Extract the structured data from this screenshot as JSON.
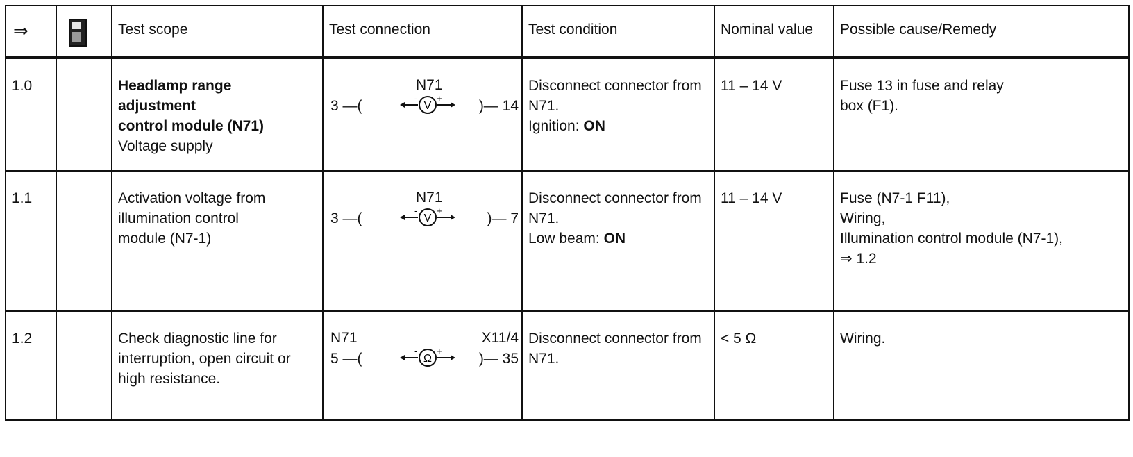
{
  "header": {
    "col_arrow": "⇒",
    "col_icon": "tester-icon",
    "col_scope": "Test scope",
    "col_connection": "Test connection",
    "col_condition": "Test condition",
    "col_nominal": "Nominal value",
    "col_remedy": "Possible cause/Remedy"
  },
  "rows": [
    {
      "step": "1.0",
      "scope_bold_1": "Headlamp range",
      "scope_bold_2": "adjustment",
      "scope_bold_3": "control module (N71)",
      "scope_plain": "Voltage supply",
      "conn_label": "N71",
      "conn_pin_left": "3",
      "conn_pin_right": "14",
      "conn_meter": "V",
      "condition_1": "Disconnect connector from",
      "condition_2": "N71.",
      "condition_3_label": "Ignition:",
      "condition_3_value": "ON",
      "nominal": "11 – 14 V",
      "remedy_1": "Fuse 13 in fuse and relay",
      "remedy_2": "box (F1)."
    },
    {
      "step": "1.1",
      "scope_1": "Activation voltage from",
      "scope_2": "illumination control",
      "scope_3": "module (N7-1)",
      "conn_label": "N71",
      "conn_pin_left": "3",
      "conn_pin_right": "7",
      "conn_meter": "V",
      "condition_1": "Disconnect connector from",
      "condition_2": "N71.",
      "condition_3_label": "Low beam:",
      "condition_3_value": "ON",
      "nominal": "11 – 14 V",
      "remedy_1": "Fuse (N7-1 F11),",
      "remedy_2": "Wiring,",
      "remedy_3": "Illumination control module (N7-1),",
      "remedy_4": "⇒ 1.2"
    },
    {
      "step": "1.2",
      "scope_1": "Check diagnostic line for",
      "scope_2": "interruption, open circuit or",
      "scope_3": "high resistance.",
      "conn_label_left": "N71",
      "conn_label_right": "X11/4",
      "conn_pin_left": "5",
      "conn_pin_right": "35",
      "conn_meter": "Ω",
      "condition_1": "Disconnect connector from",
      "condition_2": "N71.",
      "nominal": "< 5 Ω",
      "remedy_1": "Wiring."
    }
  ]
}
